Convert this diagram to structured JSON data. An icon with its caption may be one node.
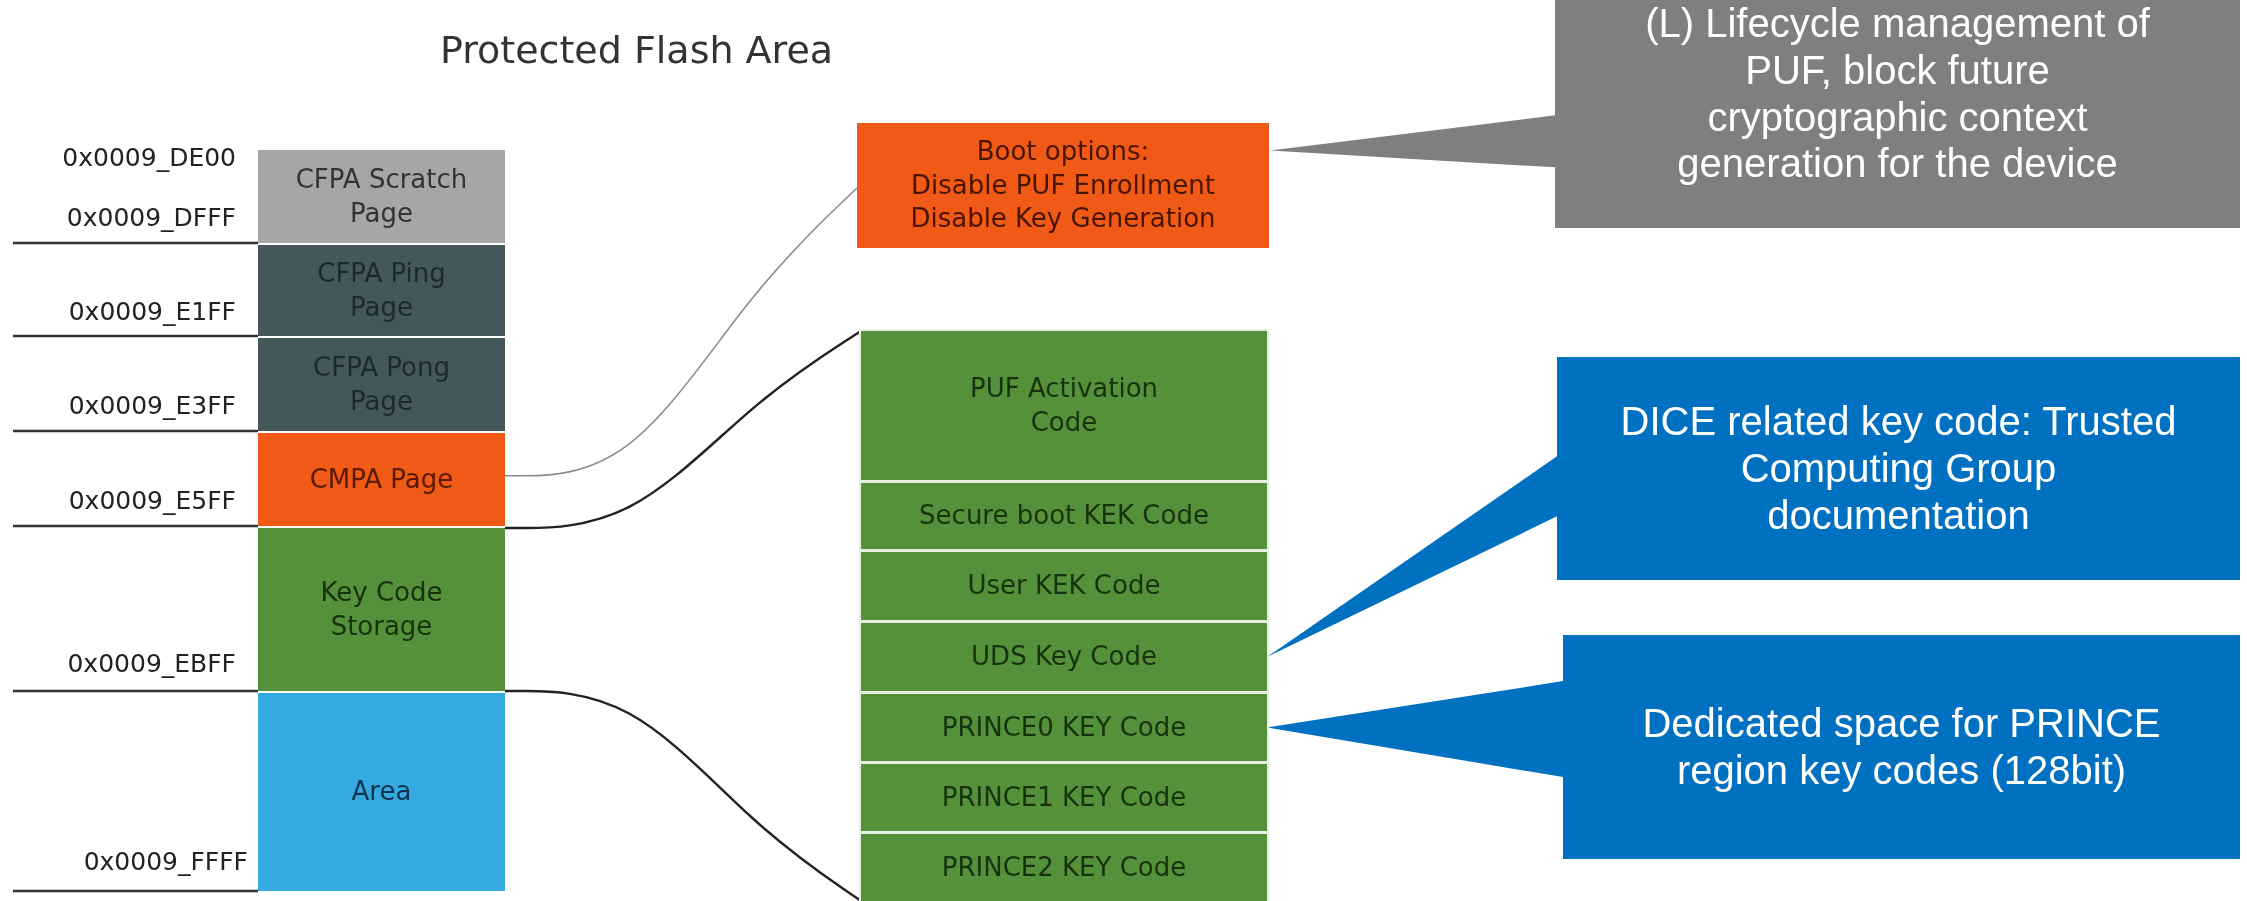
{
  "diagram": {
    "title": "Protected Flash Area",
    "nodes": [
      {
        "text": [
          "CFPA Scratch Page"
        ]
      },
      {
        "text": [
          "CFPA Ping Page"
        ]
      },
      {
        "text": [
          "CFPA Pong Page"
        ]
      },
      {
        "text": [
          "CMPA Page"
        ]
      },
      {
        "text": [
          "Key Code Storage"
        ]
      },
      {
        "text": [
          "Area"
        ]
      },
      {
        "text": [
          "Boot options:",
          "Disable PUF Enrollment",
          "Disable Key Generation"
        ]
      },
      {
        "text": [],
        "shape": "box"
      },
      {
        "text": [
          "PUF Activation Code"
        ],
        "in": 7
      },
      {
        "text": [
          "Secure boot KEK Code"
        ],
        "in": 7
      },
      {
        "text": [
          "User KEK Code"
        ],
        "in": 7
      },
      {
        "text": [
          "UDS Key Code"
        ],
        "in": 7
      },
      {
        "text": [
          "PRINCE0 KEY Code"
        ],
        "in": 7
      },
      {
        "text": [
          "PRINCE1 KEY Code"
        ],
        "in": 7
      },
      {
        "text": [
          "PRINCE2 KEY Code"
        ],
        "in": 7
      },
      {
        "text": [
          "(L) Lifecycle management of PUF, block future cryptographic context generation for the device"
        ]
      },
      {
        "text": [
          "DICE related key code: Trusted Computing Group documentation"
        ]
      },
      {
        "text": [
          "Dedicated space for PRINCE region key codes (128bit)"
        ]
      }
    ],
    "edges": [
      {
        "from": 3,
        "to": 6,
        "arrow": "none",
        "color": "#8c8c8c"
      },
      {
        "from": 4,
        "to": 7,
        "arrow": "none"
      },
      {
        "from": 4,
        "to": 7,
        "arrow": "none"
      },
      {
        "from": 15,
        "to": 6,
        "arrow": "none",
        "style": "thick",
        "color": "#7f7f7f"
      },
      {
        "from": 16,
        "to": 11,
        "arrow": "none",
        "style": "thick",
        "color": "#0070c0"
      },
      {
        "from": 17,
        "to": 12,
        "arrow": "none",
        "style": "thick",
        "color": "#0070c0"
      }
    ],
    "labels": [
      "0x0009_DE00",
      "0x0009_DFFF",
      "0x0009_E1FF",
      "0x0009_E3FF",
      "0x0009_E5FF",
      "0x0009_EBFF",
      "0x0009_FFFF"
    ]
  }
}
